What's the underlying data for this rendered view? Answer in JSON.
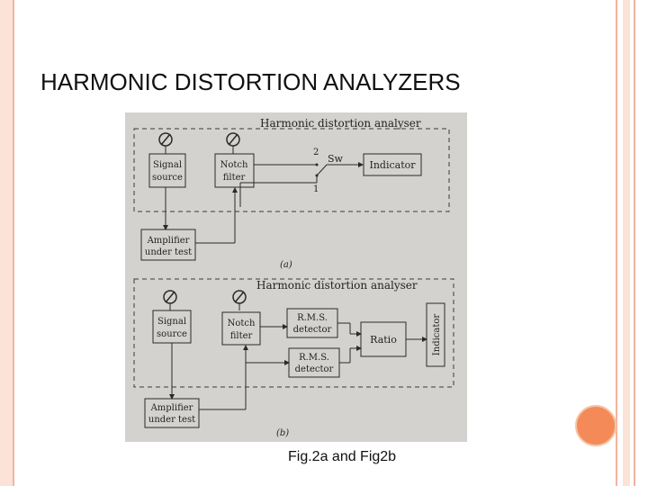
{
  "slide": {
    "title": "HARMONIC DISTORTION ANALYZERS",
    "caption": "Fig.2a and Fig2b"
  },
  "figure_a": {
    "header": "Harmonic distortion analyser",
    "signal_source": [
      "Signal",
      "source"
    ],
    "notch_filter": [
      "Notch",
      "filter"
    ],
    "indicator": "Indicator",
    "switch_label": "Sw",
    "switch_pos_2": "2",
    "switch_pos_1": "1",
    "amplifier": [
      "Amplifier",
      "under test"
    ],
    "label": "(a)"
  },
  "figure_b": {
    "header": "Harmonic distortion analyser",
    "signal_source": [
      "Signal",
      "source"
    ],
    "notch_filter": [
      "Notch",
      "filter"
    ],
    "rms_detector_1": [
      "R.M.S.",
      "detector"
    ],
    "rms_detector_2": [
      "R.M.S.",
      "detector"
    ],
    "ratio": "Ratio",
    "indicator": "Indicator",
    "amplifier": [
      "Amplifier",
      "under test"
    ],
    "label": "(b)"
  },
  "colors": {
    "accent": "#f38a58",
    "frame": "#f3b49e",
    "paper": "#d9d7d4",
    "ink": "#2a2a2a"
  }
}
